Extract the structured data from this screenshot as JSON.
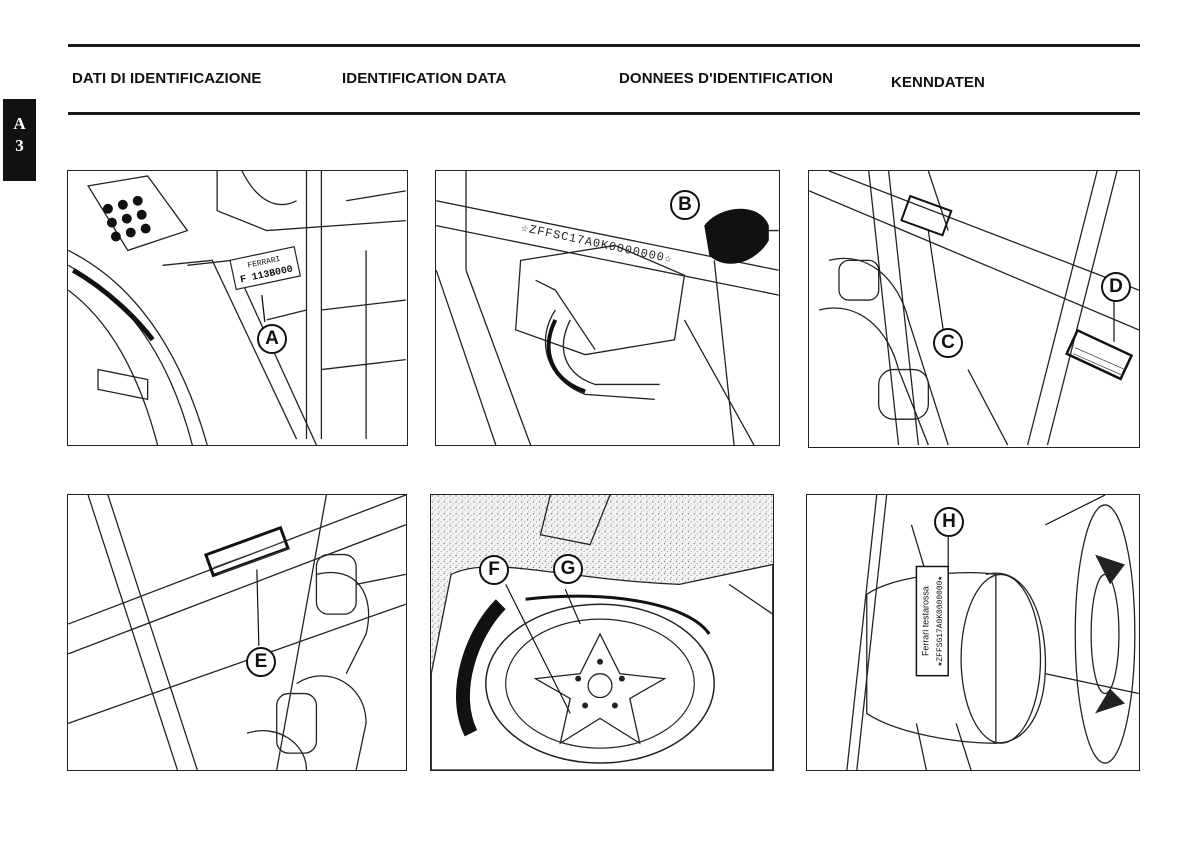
{
  "section_tab": {
    "letter": "A",
    "number": "3"
  },
  "headings": {
    "italian": "DATI DI IDENTIFICAZIONE",
    "english": "IDENTIFICATION DATA",
    "french": "DONNEES D'IDENTIFICATION",
    "german": "KENNDATEN"
  },
  "panels": [
    {
      "callouts": [
        "A"
      ],
      "plate_lines": [
        "FERRARI",
        "F 113B000"
      ]
    },
    {
      "callouts": [
        "B"
      ],
      "stamped_text": "☆ZFFSC17A0K0000000☆"
    },
    {
      "callouts": [
        "C",
        "D"
      ]
    },
    {
      "callouts": [
        "E"
      ]
    },
    {
      "callouts": [
        "F",
        "G"
      ]
    },
    {
      "callouts": [
        "H"
      ],
      "plate_lines": [
        "Ferrari testarossa",
        "★ZFFSG17A0K0000000★"
      ]
    }
  ]
}
